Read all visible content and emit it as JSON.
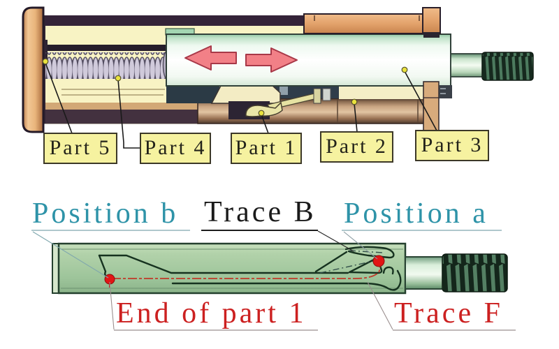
{
  "meta": {
    "description": "Cross-section diagram of a push-latch screw mechanism (top) and cam-groove part view (bottom)"
  },
  "top_view": {
    "part_labels": [
      {
        "id": "part-5",
        "text": "Part 5"
      },
      {
        "id": "part-4",
        "text": "Part 4"
      },
      {
        "id": "part-1",
        "text": "Part 1"
      },
      {
        "id": "part-2",
        "text": "Part 2"
      },
      {
        "id": "part-3",
        "text": "Part 3"
      }
    ],
    "icons": {
      "motion_left": "arrow-left-icon",
      "motion_right": "arrow-right-icon"
    }
  },
  "bottom_view": {
    "annotations": {
      "position_b": "Position b",
      "trace_b": "Trace B",
      "position_a": "Position a",
      "end_of_part_1": "End of part 1",
      "trace_f": "Trace F"
    },
    "markers": {
      "position_b_dot": "red-dot",
      "position_a_dot": "red-dot"
    }
  },
  "colors": {
    "label_box_fill": "#f6f2a0",
    "label_box_border": "#3c3828",
    "annotation_teal": "#2e93a8",
    "annotation_red": "#cc2020",
    "annotation_black": "#1a1a1a",
    "arrow_fill": "#f28087",
    "arrow_outline": "#a83848",
    "trace_red": "#c03828",
    "marker_dot_red": "#e21515",
    "leader_dot_yellow": "#e9e23e",
    "housing_orange": "#e8a870",
    "interior_cream": "#f8f3c4",
    "cylinder_green_white": "#eaf6ec",
    "bar_green": "#a5c9a0",
    "thread_dark_green": "#1b2e23",
    "tube_brown": "#c9a382"
  }
}
